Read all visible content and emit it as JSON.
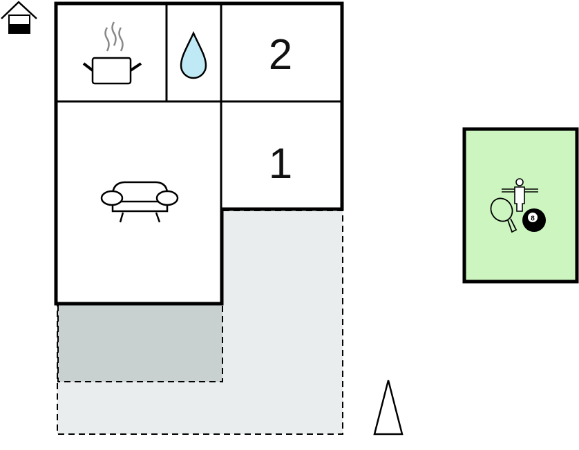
{
  "rooms": {
    "bedroom_2": "2",
    "bedroom_1": "1",
    "billiard_ball": "8"
  },
  "colors": {
    "terrace": "#e9eded",
    "covered_terrace": "#c9d0d0",
    "game_room": "#ccf5c0",
    "water": "#bfeaf5",
    "wall": "#000000"
  }
}
